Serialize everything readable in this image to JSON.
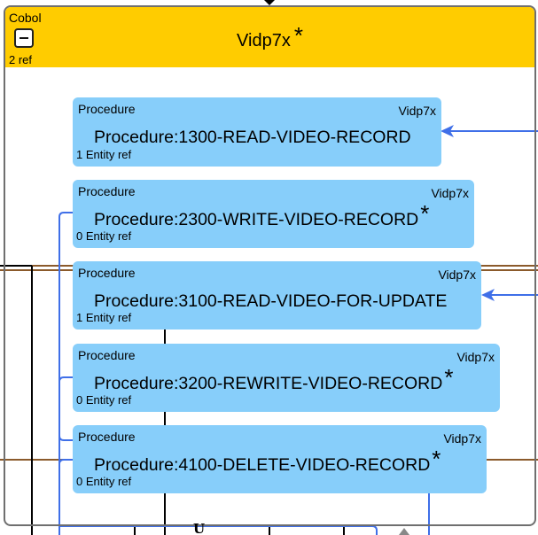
{
  "module": {
    "type_label": "Cobol",
    "title": "Vidp7x",
    "star": "*",
    "refs": "2 ref"
  },
  "procedures": [
    {
      "type_label": "Procedure",
      "module_label": "Vidp7x",
      "name": "Procedure:1300-READ-VIDEO-RECORD",
      "star": "",
      "refs": "1 Entity ref"
    },
    {
      "type_label": "Procedure",
      "module_label": "Vidp7x",
      "name": "Procedure:2300-WRITE-VIDEO-RECORD",
      "star": "*",
      "refs": "0 Entity ref"
    },
    {
      "type_label": "Procedure",
      "module_label": "Vidp7x",
      "name": "Procedure:3100-READ-VIDEO-FOR-UPDATE",
      "star": "",
      "refs": "1 Entity ref"
    },
    {
      "type_label": "Procedure",
      "module_label": "Vidp7x",
      "name": "Procedure:3200-REWRITE-VIDEO-RECORD",
      "star": "*",
      "refs": "0 Entity ref"
    },
    {
      "type_label": "Procedure",
      "module_label": "Vidp7x",
      "name": "Procedure:4100-DELETE-VIDEO-RECORD",
      "star": "*",
      "refs": "0 Entity ref"
    }
  ],
  "bottom_glyph": "U",
  "colors": {
    "module_header": "#ffcc00",
    "procedure_fill": "#87cefa",
    "incoming_arrow": "#3f6fe8",
    "connector_blue": "#3f6fe8",
    "connector_brown": "#8b5a2b",
    "connector_black": "#000000"
  }
}
